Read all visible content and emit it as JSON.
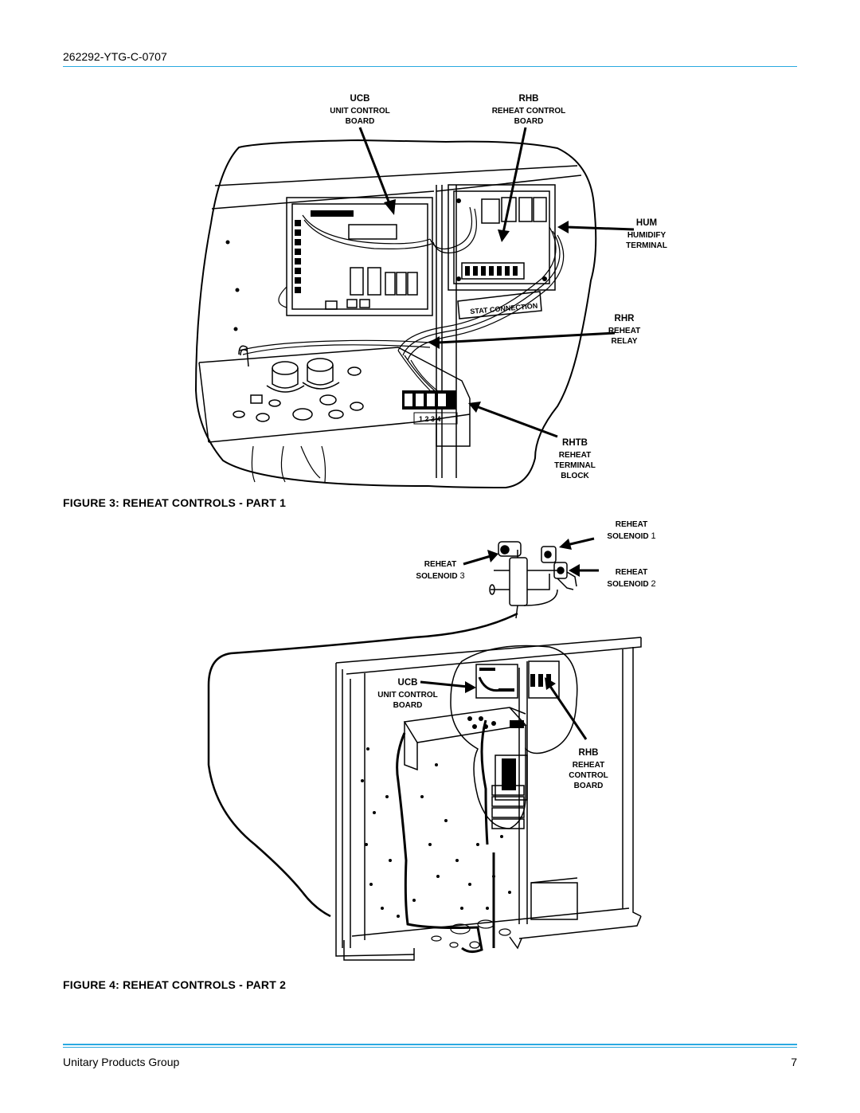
{
  "header": {
    "doc_id": "262292-YTG-C-0707"
  },
  "figure3": {
    "caption": "FIGURE 3: REHEAT CONTROLS - PART 1",
    "panel_text": "STAT CONNECTION",
    "terminal_numbers": "1 2 3 4",
    "labels": {
      "ucb": {
        "abbr": "UCB",
        "line1": "UNIT CONTROL",
        "line2": "BOARD"
      },
      "rhb": {
        "abbr": "RHB",
        "line1": "REHEAT CONTROL",
        "line2": "BOARD"
      },
      "hum": {
        "abbr": "HUM",
        "line1": "HUMIDIFY",
        "line2": "TERMINAL"
      },
      "rhr": {
        "abbr": "RHR",
        "line1": "REHEAT",
        "line2": "RELAY"
      },
      "rhtb": {
        "abbr": "RHTB",
        "line1": "REHEAT",
        "line2": "TERMINAL",
        "line3": "BLOCK"
      }
    }
  },
  "figure4": {
    "caption": "FIGURE 4: REHEAT CONTROLS - PART 2",
    "labels": {
      "sol1": {
        "line1": "REHEAT",
        "line2": "SOLENOID",
        "num": "1"
      },
      "sol2": {
        "line1": "REHEAT",
        "line2": "SOLENOID",
        "num": "2"
      },
      "sol3": {
        "line1": "REHEAT",
        "line2": "SOLENOID",
        "num": "3"
      },
      "ucb": {
        "abbr": "UCB",
        "line1": "UNIT CONTROL",
        "line2": "BOARD"
      },
      "rhb": {
        "abbr": "RHB",
        "line1": "REHEAT",
        "line2": "CONTROL",
        "line3": "BOARD"
      }
    }
  },
  "footer": {
    "company": "Unitary Products Group",
    "page_number": "7"
  },
  "colors": {
    "accent_rule": "#29a9e0"
  }
}
